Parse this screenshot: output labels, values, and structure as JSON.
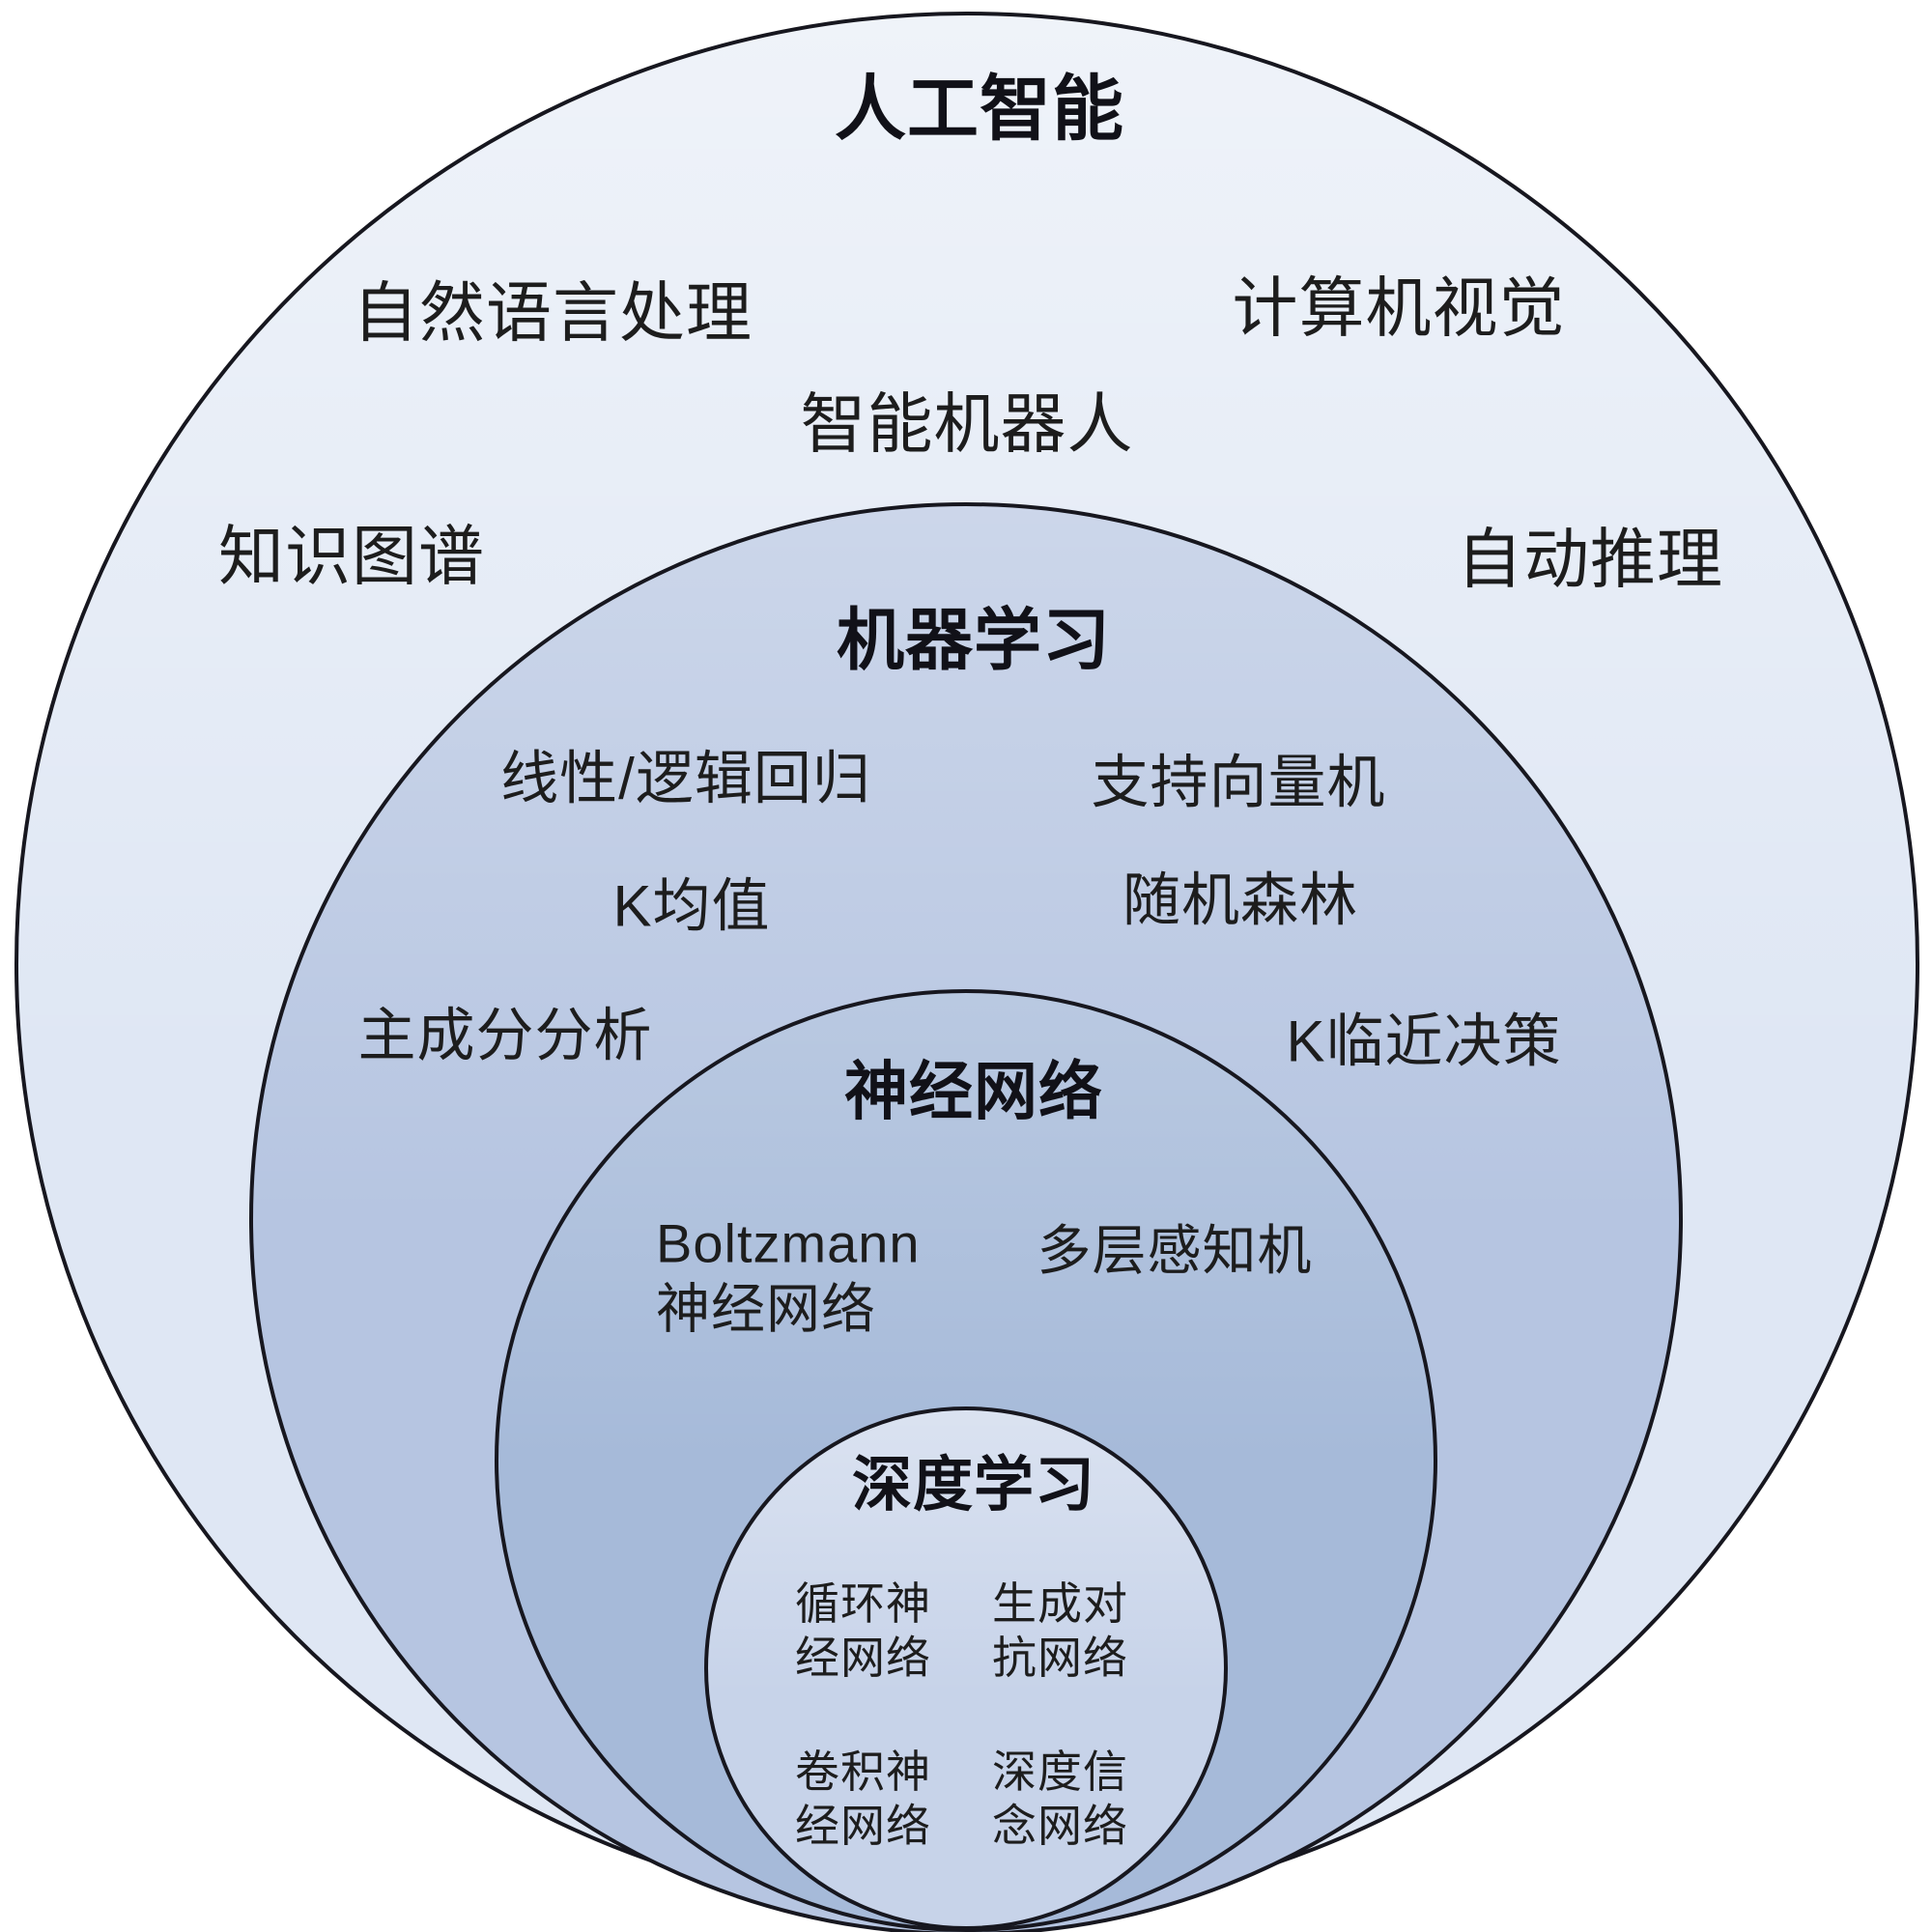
{
  "venn": {
    "ai": {
      "title": "人工智能",
      "nlp": "自然语言处理",
      "cv": "计算机视觉",
      "robot": "智能机器人",
      "kg": "知识图谱",
      "reasoning": "自动推理"
    },
    "ml": {
      "title": "机器学习",
      "regression": "线性/逻辑回归",
      "svm": "支持向量机",
      "kmeans": "K均值",
      "random_forest": "随机森林",
      "pca": "主成分分析",
      "knn": "K临近决策"
    },
    "nn": {
      "title": "神经网络",
      "boltzmann": "Boltzmann\n神经网络",
      "mlp": "多层感知机"
    },
    "dl": {
      "title": "深度学习",
      "rnn": "循环神\n经网络",
      "gan": "生成对\n抗网络",
      "cnn": "卷积神\n经网络",
      "dbn": "深度信\n念网络"
    }
  },
  "colors": {
    "ai_fill": "#dfe7f4",
    "ml_fill": "#b6c5e1",
    "nn_fill": "#a6bad9",
    "dl_fill": "#c7d3e9",
    "stroke": "#17171f",
    "text": "#1d1d1d"
  }
}
